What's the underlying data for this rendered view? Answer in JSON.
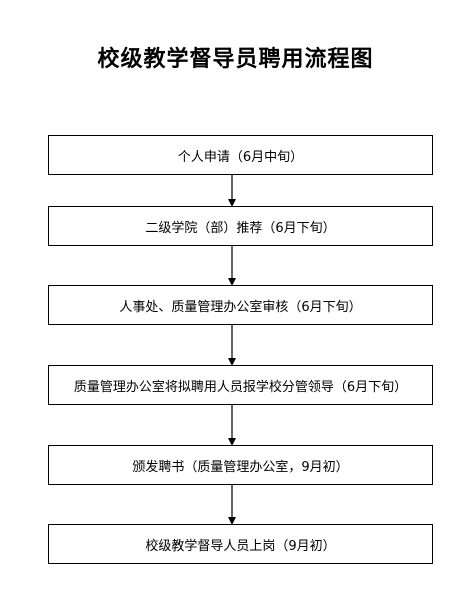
{
  "title": "校级教学督导员聘用流程图",
  "steps": [
    "个人申请（6月中旬）",
    "二级学院（部）推荐（6月下旬）",
    "人事处、质量管理办公室审核（6月下旬）",
    "质量管理办公室将拟聘用人员报学校分管领导（6月下旬）",
    "颁发聘书（质量管理办公室，9月初）",
    "校级教学督导人员上岗（9月初）"
  ]
}
